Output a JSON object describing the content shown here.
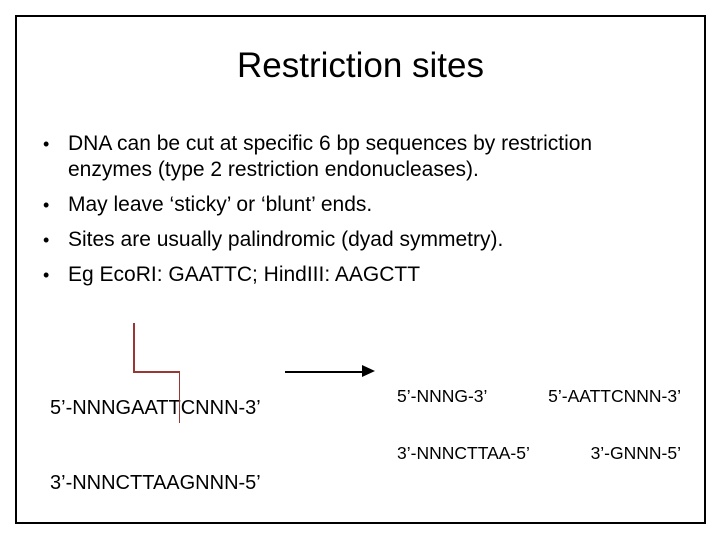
{
  "slide": {
    "title": "Restriction sites",
    "bullets": [
      "DNA can be cut at specific 6 bp sequences by restriction enzymes (type 2 restriction endonucleases).",
      "May leave ‘sticky’ or ‘blunt’ ends.",
      "Sites are usually palindromic (dyad symmetry).",
      "Eg EcoRI: GAATTC; HindIII: AAGCTT"
    ],
    "bullet_glyph": "•",
    "diagram": {
      "uncut_site": {
        "top_strand": "5’-NNNGAATTCNNN-3’",
        "bottom_strand": "3’-NNNCTTAAGNNN-5’"
      },
      "cut_line_color": "#993735",
      "arrow_icon": "right-arrow",
      "cut_products": {
        "left_fragment": {
          "top_strand": "5’-NNNG-3’",
          "bottom_strand": "3’-NNNCTTAA-5’"
        },
        "right_fragment": {
          "top_strand": "5’-AATTCNNN-3’",
          "bottom_strand": "3’-GNNN-5’"
        }
      }
    }
  }
}
